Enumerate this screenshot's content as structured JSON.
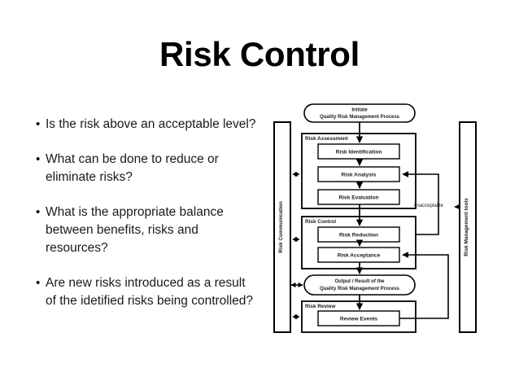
{
  "slide": {
    "title": "Risk Control",
    "bullet_marker": "•",
    "bullets": [
      "Is the risk above an acceptable level?",
      "What can be done to reduce or eliminate risks?",
      "What is the appropriate balance between benefits, risks and resources?",
      "Are new risks introduced as a result of the idetified risks being controlled?"
    ]
  },
  "diagram": {
    "title": "Quality Risk Management Process",
    "colors": {
      "stroke": "#000000",
      "fill": "#ffffff",
      "text": "#1a1a1a"
    },
    "side_bars": {
      "left_label": "Risk Communication",
      "right_label": "Risk Management tools"
    },
    "start_node": {
      "line1": "Initiate",
      "line2": "Quality Risk Management Process"
    },
    "output_node": {
      "line1": "Output / Result of the",
      "line2": "Quality Risk Management Process"
    },
    "groups": [
      {
        "label": "Risk Assessment",
        "steps": [
          "Risk Identification",
          "Risk Analysis",
          "Risk Evaluation"
        ]
      },
      {
        "label": "Risk Control",
        "steps": [
          "Risk Reduction",
          "Risk Acceptance"
        ]
      },
      {
        "label": "Risk Review",
        "steps": [
          "Review Events"
        ]
      }
    ],
    "edge_label_unacceptable": "unacceptable"
  }
}
